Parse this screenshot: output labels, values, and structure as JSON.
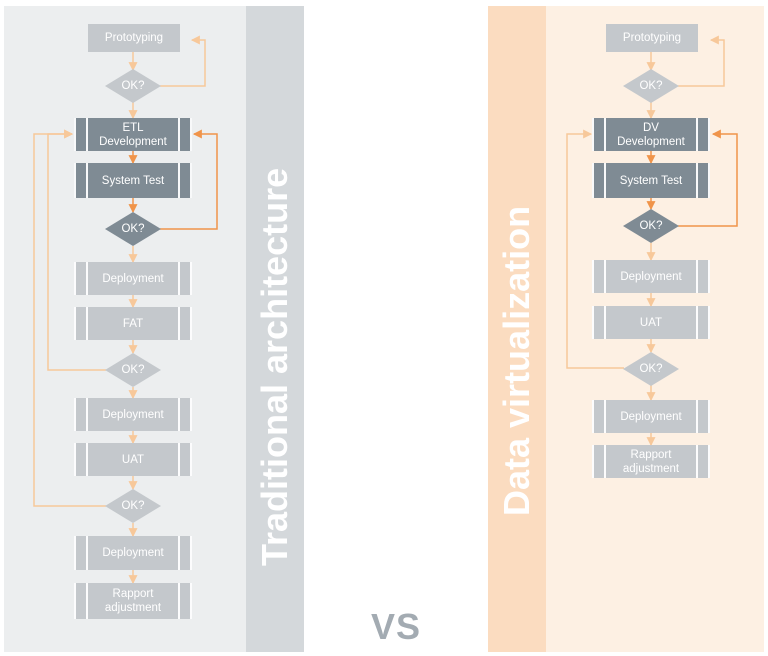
{
  "colors": {
    "left_bg": "#eceeef",
    "left_band": "#d4d8db",
    "right_bg": "#fdf0e3",
    "right_band": "#fbdcc0",
    "node_light": "#c4c8cc",
    "node_dark": "#7f8b94",
    "arrow_light": "#f7c89a",
    "arrow_dark": "#f0944a"
  },
  "left": {
    "title": "Traditional architecture",
    "prototyping": "Prototyping",
    "ok1": "OK?",
    "etl_development": "ETL\nDevelopment",
    "system_test": "System Test",
    "ok2": "OK?",
    "deployment1": "Deployment",
    "fat": "FAT",
    "ok3": "OK?",
    "deployment2": "Deployment",
    "uat": "UAT",
    "ok4": "OK?",
    "deployment3": "Deployment",
    "rapport_adjustment": "Rapport\nadjustment"
  },
  "right": {
    "title": "Data virtualization",
    "prototyping": "Prototyping",
    "ok1": "OK?",
    "dv_development": "DV\nDevelopment",
    "system_test": "System Test",
    "ok2": "OK?",
    "deployment1": "Deployment",
    "uat": "UAT",
    "ok3": "OK?",
    "deployment2": "Deployment",
    "rapport_adjustment": "Rapport\nadjustment"
  },
  "vs_label": "VS"
}
